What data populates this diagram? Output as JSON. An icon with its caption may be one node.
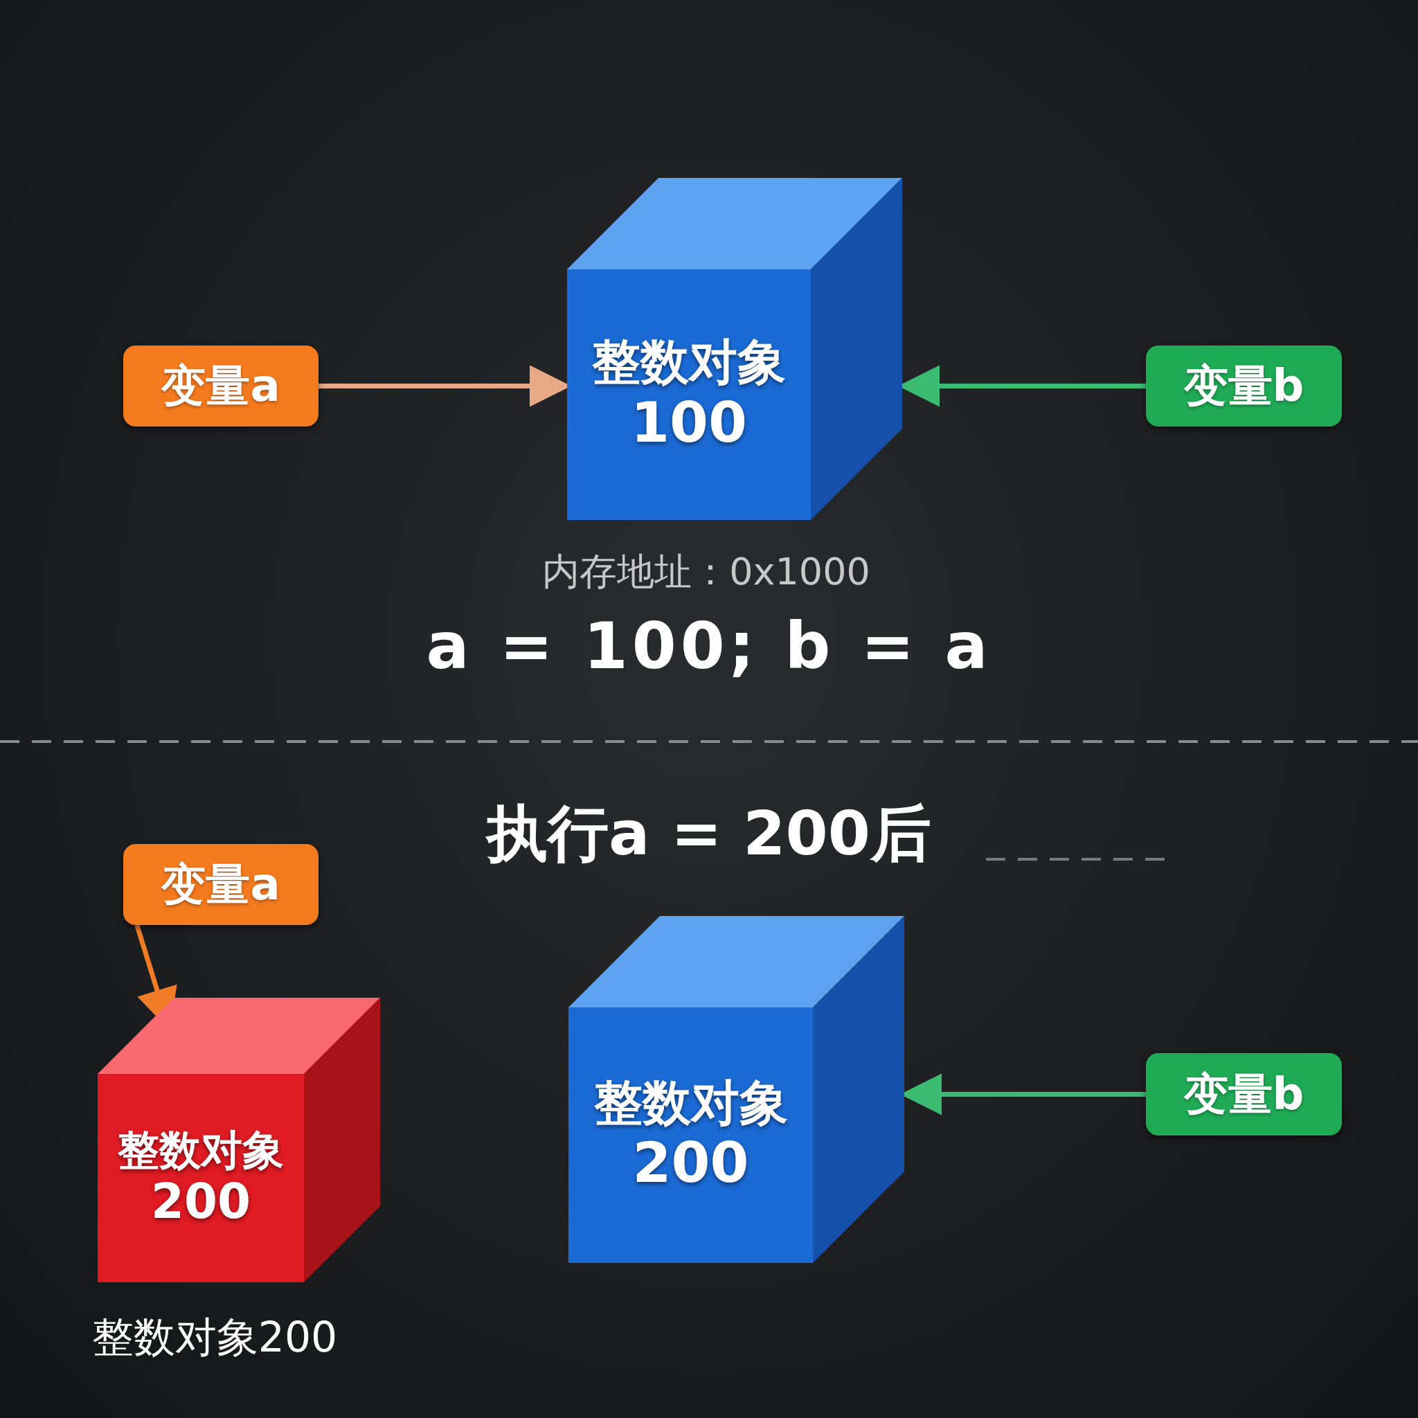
{
  "diagram": {
    "nodes": [
      {
        "text": [
          "变量a"
        ]
      },
      {
        "text": [
          "整数对象",
          "100"
        ],
        "beside": [
          "内存地址：0x1000"
        ]
      },
      {
        "text": [
          "变量b"
        ]
      },
      {
        "text": [
          "变量a"
        ]
      },
      {
        "text": [
          "整数对象",
          "200"
        ],
        "beside": [
          "整数对象200"
        ]
      },
      {
        "text": [
          "整数对象",
          "200"
        ]
      },
      {
        "text": [
          "变量b"
        ]
      }
    ],
    "edges": [
      {
        "from": 0,
        "to": 1,
        "arrow": "to",
        "color": "#e8aa86"
      },
      {
        "from": 2,
        "to": 1,
        "arrow": "to"
      },
      {
        "from": 3,
        "to": 4,
        "arrow": "to",
        "color": "#f07c28"
      },
      {
        "from": 6,
        "to": 5,
        "arrow": "to"
      }
    ],
    "labels": [
      "a = 100; b = a",
      "执行a = 200后"
    ]
  }
}
